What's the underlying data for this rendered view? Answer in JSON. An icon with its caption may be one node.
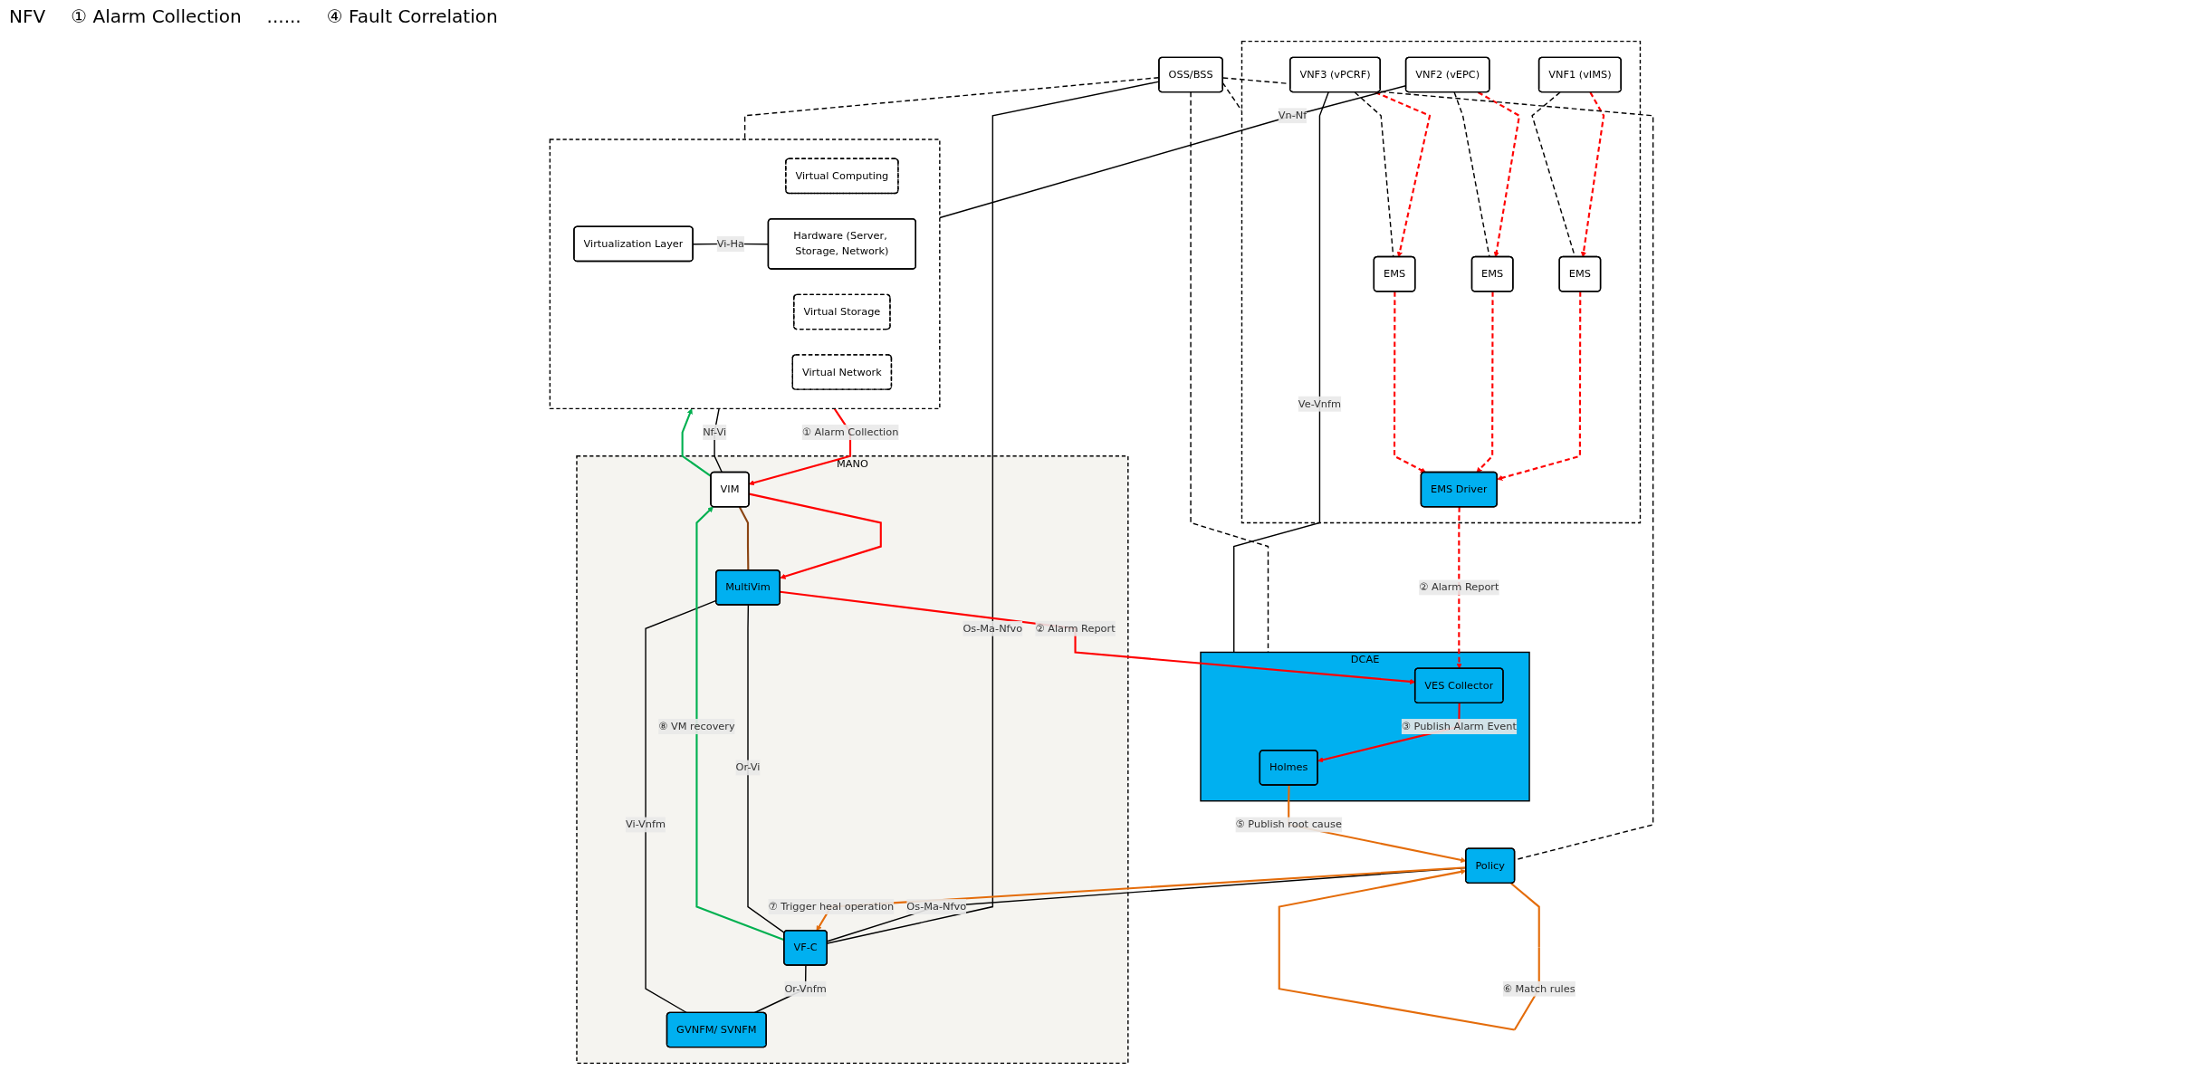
{
  "diagram": {
    "nodes": [
      {
        "text": [
          "OSS/BSS"
        ]
      },
      {
        "text": [],
        "shape": "box"
      },
      {
        "text": [
          "EMS Driver"
        ],
        "in": 1
      },
      {
        "text": [
          "EMS"
        ],
        "in": 1
      },
      {
        "text": [
          "EMS"
        ],
        "in": 1
      },
      {
        "text": [
          "EMS"
        ],
        "in": 1
      },
      {
        "text": [
          "VNF1 (vIMS)"
        ],
        "in": 1
      },
      {
        "text": [
          "VNF2 (vEPC)"
        ],
        "in": 1
      },
      {
        "text": [
          "VNF3 (vPCRF)"
        ],
        "in": 1
      },
      {
        "text": [],
        "shape": "box"
      },
      {
        "text": [
          "Virtual Computing"
        ],
        "in": 9
      },
      {
        "text": [
          "Virtual Storage"
        ],
        "in": 9
      },
      {
        "text": [
          "Virtual Network"
        ],
        "in": 9
      },
      {
        "text": [
          "Virtualization Layer"
        ],
        "in": 9
      },
      {
        "text": [
          "Hardware (Server, Storage, Network)"
        ],
        "in": 9
      },
      {
        "text": [
          "Policy"
        ]
      },
      {
        "text": [
          "DCAE"
        ]
      },
      {
        "text": [
          "Holmes"
        ],
        "in": 16
      },
      {
        "text": [
          "VES Collector"
        ],
        "in": 16
      },
      {
        "text": [
          "MANO"
        ]
      },
      {
        "text": [
          "VF-C"
        ],
        "in": 19
      },
      {
        "text": [
          "GVNFM/ SVNFM"
        ],
        "in": 19
      },
      {
        "text": [
          "MultiVim"
        ],
        "in": 19
      },
      {
        "text": [
          "VIM"
        ],
        "in": 19
      }
    ],
    "edges": [
      {
        "from": 3,
        "to": 2,
        "arrow": "to",
        "style": "dashed",
        "color": "#ff0000"
      },
      {
        "from": 4,
        "to": 2,
        "arrow": "to",
        "style": "dashed",
        "color": "#ff0000"
      },
      {
        "from": 5,
        "to": 2,
        "arrow": "to",
        "style": "dashed",
        "color": "#ff0000"
      },
      {
        "from": 6,
        "to": 3,
        "arrow": "to",
        "style": "dashed",
        "color": "#ff0000"
      },
      {
        "from": 7,
        "to": 4,
        "arrow": "to",
        "style": "dashed",
        "color": "#ff0000"
      },
      {
        "from": 8,
        "to": 5,
        "arrow": "to",
        "style": "dashed",
        "color": "#ff0000"
      },
      {
        "from": 6,
        "to": 3,
        "arrow": "none",
        "style": "dashed"
      },
      {
        "from": 7,
        "to": 4,
        "arrow": "none",
        "style": "dashed"
      },
      {
        "from": 8,
        "to": 5,
        "arrow": "none",
        "style": "dashed"
      },
      {
        "from": 0,
        "to": 1,
        "arrow": "none",
        "style": "dashed"
      },
      {
        "from": 0,
        "to": 9,
        "arrow": "none",
        "style": "dashed"
      },
      {
        "from": 0,
        "to": 15,
        "arrow": "none",
        "style": "dashed"
      },
      {
        "from": 0,
        "to": 20,
        "arrow": "none",
        "label": "Os-Ma-Nfvo"
      },
      {
        "from": 0,
        "to": 16,
        "arrow": "none",
        "style": "dashed"
      },
      {
        "from": 2,
        "to": 18,
        "arrow": "to",
        "label": "② Alarm Report",
        "style": "dashed",
        "color": "#ff0000"
      },
      {
        "from": 8,
        "to": 16,
        "arrow": "none",
        "label": "Ve-Vnfm"
      },
      {
        "from": 7,
        "to": 9,
        "arrow": "none",
        "label": "Vn-Nf"
      },
      {
        "from": 13,
        "to": 14,
        "arrow": "none",
        "label": "Vi-Ha"
      },
      {
        "from": 15,
        "to": 15,
        "arrow": "to",
        "label": "⑥ Match rules",
        "color": "#e46c0a"
      },
      {
        "from": 15,
        "to": 20,
        "arrow": "none",
        "label": "Os-Ma-Nfvo"
      },
      {
        "from": 15,
        "to": 20,
        "arrow": "to",
        "label": "⑦ Trigger heal operation",
        "color": "#e46c0a"
      },
      {
        "from": 17,
        "to": 15,
        "arrow": "to",
        "label": "⑤ Publish root cause",
        "color": "#e46c0a"
      },
      {
        "from": 18,
        "to": 17,
        "arrow": "to",
        "label": "③ Publish Alarm Event",
        "color": "#ff0000"
      },
      {
        "from": 22,
        "to": 18,
        "arrow": "to",
        "label": "② Alarm Report",
        "color": "#ff0000"
      },
      {
        "from": 20,
        "to": 21,
        "arrow": "none",
        "label": "Or-Vnfm"
      },
      {
        "from": 21,
        "to": 22,
        "arrow": "none",
        "label": "Vi-Vnfm"
      },
      {
        "from": 20,
        "to": 22,
        "arrow": "none",
        "label": "Or-Vi"
      },
      {
        "from": 20,
        "to": 23,
        "arrow": "to",
        "label": "⑧ VM recovery",
        "color": "#00b050"
      },
      {
        "from": 23,
        "to": 22,
        "arrow": "to",
        "color": "#ff0000"
      },
      {
        "from": 22,
        "to": 23,
        "arrow": "none",
        "color": "#8b4513"
      },
      {
        "from": 23,
        "to": 9,
        "arrow": "to",
        "color": "#00b050"
      },
      {
        "from": 9,
        "to": 23,
        "arrow": "to",
        "label": "① Alarm Collection",
        "color": "#ff0000"
      },
      {
        "from": 9,
        "to": 23,
        "arrow": "none",
        "label": "Nf-Vi"
      }
    ],
    "labels": [
      "NFV",
      "① Alarm Collection",
      "......",
      "④ Fault Correlation"
    ]
  }
}
